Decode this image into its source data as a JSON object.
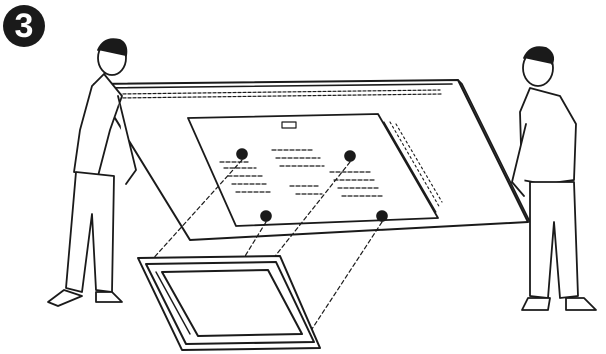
{
  "step": {
    "number": "3"
  },
  "colors": {
    "ink": "#1a1a1a",
    "paper": "#ffffff",
    "badge": "#1a1a1a"
  },
  "icons": {
    "badge": "step-number-circle",
    "left_person": "person-holding-tv-left",
    "right_person": "person-holding-tv-right",
    "tv": "tv-back-panel",
    "stand": "stand-base-frame",
    "screws": "screw-mount-icon"
  }
}
